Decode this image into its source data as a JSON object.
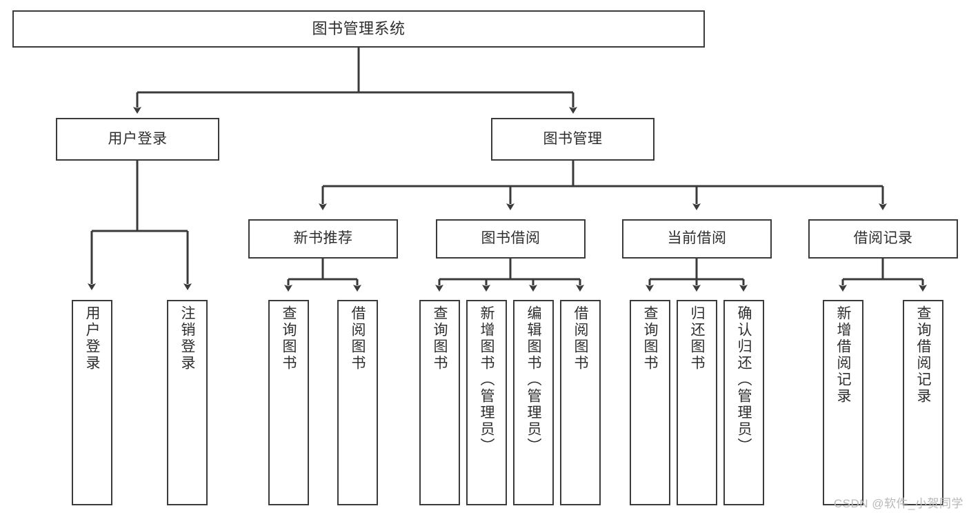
{
  "diagram": {
    "type": "tree-hierarchy",
    "title": "图书管理系统",
    "watermark": "CSDN @软件_小贺同学",
    "colors": {
      "box_border": "#3a3a3a",
      "box_fill": "#ffffff",
      "text": "#2e2e2e",
      "edge": "#3a3a3a",
      "watermark": "#b9b9b9",
      "background": "#ffffff"
    },
    "nodes": {
      "root": {
        "label": "图书管理系统"
      },
      "level1": [
        {
          "id": "user-login",
          "label": "用户登录"
        },
        {
          "id": "book-management",
          "label": "图书管理"
        }
      ],
      "level2": [
        {
          "id": "new-book-recommend",
          "label": "新书推荐"
        },
        {
          "id": "book-borrow",
          "label": "图书借阅"
        },
        {
          "id": "current-borrow",
          "label": "当前借阅"
        },
        {
          "id": "borrow-record",
          "label": "借阅记录"
        }
      ],
      "leaves": {
        "user-login": [
          {
            "id": "user-login-leaf",
            "label": "用户登录"
          },
          {
            "id": "user-logout-leaf",
            "label": "注销登录"
          }
        ],
        "new-book-recommend": [
          {
            "id": "query-book-1",
            "label": "查询图书"
          },
          {
            "id": "borrow-book-1",
            "label": "借阅图书"
          }
        ],
        "book-borrow": [
          {
            "id": "query-book-2",
            "label": "查询图书"
          },
          {
            "id": "add-book",
            "label": "新增图书（管理员）"
          },
          {
            "id": "edit-book",
            "label": "编辑图书（管理员）"
          },
          {
            "id": "borrow-book-2",
            "label": "借阅图书"
          }
        ],
        "current-borrow": [
          {
            "id": "query-book-3",
            "label": "查询图书"
          },
          {
            "id": "return-book",
            "label": "归还图书"
          },
          {
            "id": "confirm-return",
            "label": "确认归还（管理员）"
          }
        ],
        "borrow-record": [
          {
            "id": "add-borrow-record",
            "label": "新增借阅记录"
          },
          {
            "id": "query-borrow-record",
            "label": "查询借阅记录"
          }
        ]
      }
    }
  }
}
